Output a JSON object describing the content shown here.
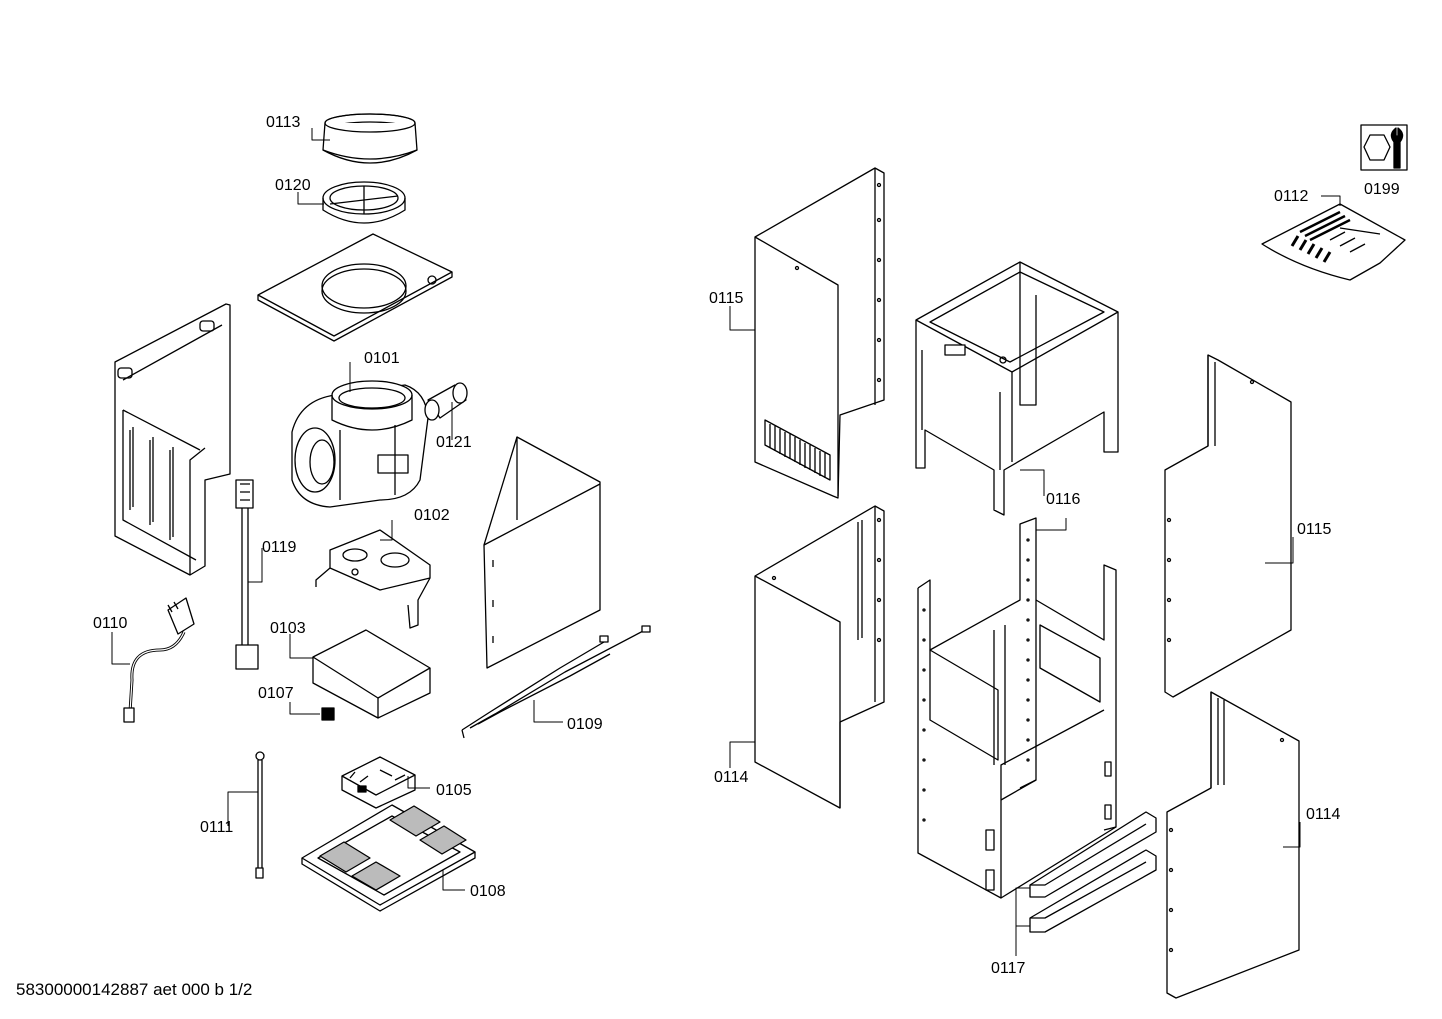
{
  "parts": [
    {
      "id": "p0113",
      "label": "0113"
    },
    {
      "id": "p0120",
      "label": "0120"
    },
    {
      "id": "p0101",
      "label": "0101"
    },
    {
      "id": "p0121",
      "label": "0121"
    },
    {
      "id": "p0102",
      "label": "0102"
    },
    {
      "id": "p0119",
      "label": "0119"
    },
    {
      "id": "p0110",
      "label": "0110"
    },
    {
      "id": "p0103",
      "label": "0103"
    },
    {
      "id": "p0107",
      "label": "0107"
    },
    {
      "id": "p0109",
      "label": "0109"
    },
    {
      "id": "p0105",
      "label": "0105"
    },
    {
      "id": "p0111",
      "label": "0111"
    },
    {
      "id": "p0108",
      "label": "0108"
    },
    {
      "id": "p0115a",
      "label": "0115"
    },
    {
      "id": "p0116",
      "label": "0116"
    },
    {
      "id": "p0115b",
      "label": "0115"
    },
    {
      "id": "p0114a",
      "label": "0114"
    },
    {
      "id": "p0114b",
      "label": "0114"
    },
    {
      "id": "p0117",
      "label": "0117"
    },
    {
      "id": "p0112",
      "label": "0112"
    },
    {
      "id": "p0199",
      "label": "0199"
    }
  ],
  "footer": {
    "text": "58300000142887 aet 000 b 1/2"
  }
}
